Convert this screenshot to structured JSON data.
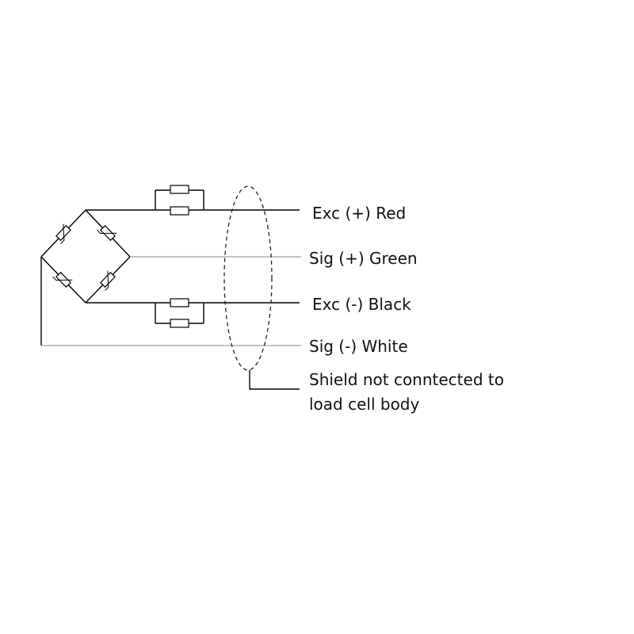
{
  "labels": {
    "exc_pos": "Exc (+) Red",
    "sig_pos": "Sig (+) Green",
    "exc_neg": "Exc (-) Black",
    "sig_neg": "Sig (-) White",
    "shield_line1": "Shield not conntected to",
    "shield_line2": "load cell body"
  }
}
